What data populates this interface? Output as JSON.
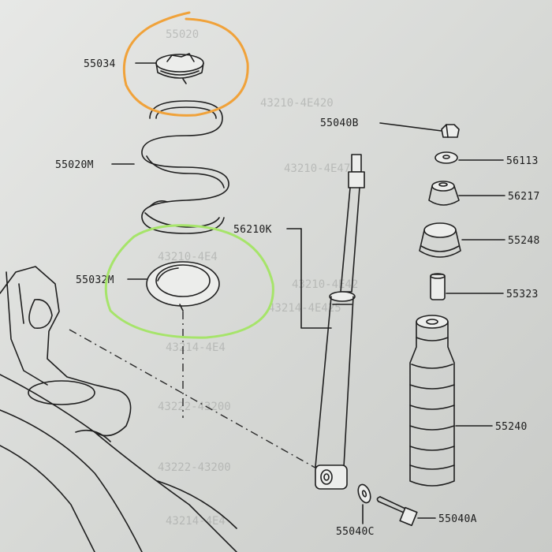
{
  "parts": [
    {
      "id": "top-seat",
      "label": "55034"
    },
    {
      "id": "coil-spring",
      "label": "55020M"
    },
    {
      "id": "lower-seat",
      "label": "55032M"
    },
    {
      "id": "shock-absorber",
      "label": "56210K"
    },
    {
      "id": "top-nut",
      "label": "55040B"
    },
    {
      "id": "washer",
      "label": "56113"
    },
    {
      "id": "bushing-upper",
      "label": "56217"
    },
    {
      "id": "cap",
      "label": "55248"
    },
    {
      "id": "spacer",
      "label": "55323"
    },
    {
      "id": "bump-stop",
      "label": "55240"
    },
    {
      "id": "lower-washer",
      "label": "55040C"
    },
    {
      "id": "bolt",
      "label": "55040A"
    }
  ],
  "background_text": [
    "55020",
    "43210-4E420",
    "43210-4E470",
    "43210-4E4",
    "43210-4E42",
    "43214-4E425",
    "43214-4E4",
    "43222-43200",
    "43222-43200",
    "43214-4E4"
  ],
  "colors": {
    "orange_circle": "#f0a23a",
    "green_circle": "#a6e46a",
    "ink": "#1f1f1f"
  }
}
